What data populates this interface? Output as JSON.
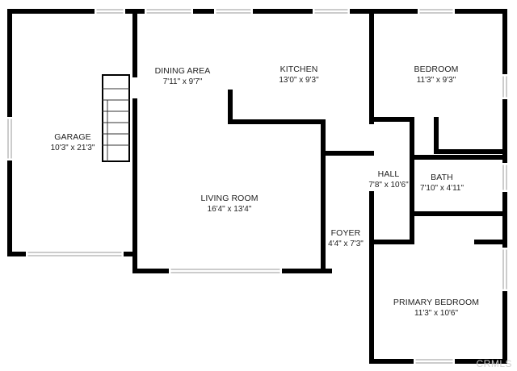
{
  "floor_plan": {
    "rooms": [
      {
        "id": "garage",
        "name": "GARAGE",
        "dims": "10'3\" x 21'3\""
      },
      {
        "id": "dining",
        "name": "DINING AREA",
        "dims": "7'11\" x 9'7\""
      },
      {
        "id": "kitchen",
        "name": "KITCHEN",
        "dims": "13'0\" x 9'3\""
      },
      {
        "id": "bedroom",
        "name": "BEDROOM",
        "dims": "11'3\" x 9'3\""
      },
      {
        "id": "living",
        "name": "LIVING ROOM",
        "dims": "16'4\" x 13'4\""
      },
      {
        "id": "hall",
        "name": "HALL",
        "dims": "7'8\" x 10'6\""
      },
      {
        "id": "bath",
        "name": "BATH",
        "dims": "7'10\" x 4'11\""
      },
      {
        "id": "foyer",
        "name": "FOYER",
        "dims": "4'4\" x 7'3\""
      },
      {
        "id": "primary",
        "name": "PRIMARY BEDROOM",
        "dims": "11'3\" x 10'6\""
      }
    ],
    "watermark": "CRMLS",
    "colors": {
      "wall": "#000000",
      "window": "#9a9a9a",
      "background": "#ffffff"
    }
  }
}
